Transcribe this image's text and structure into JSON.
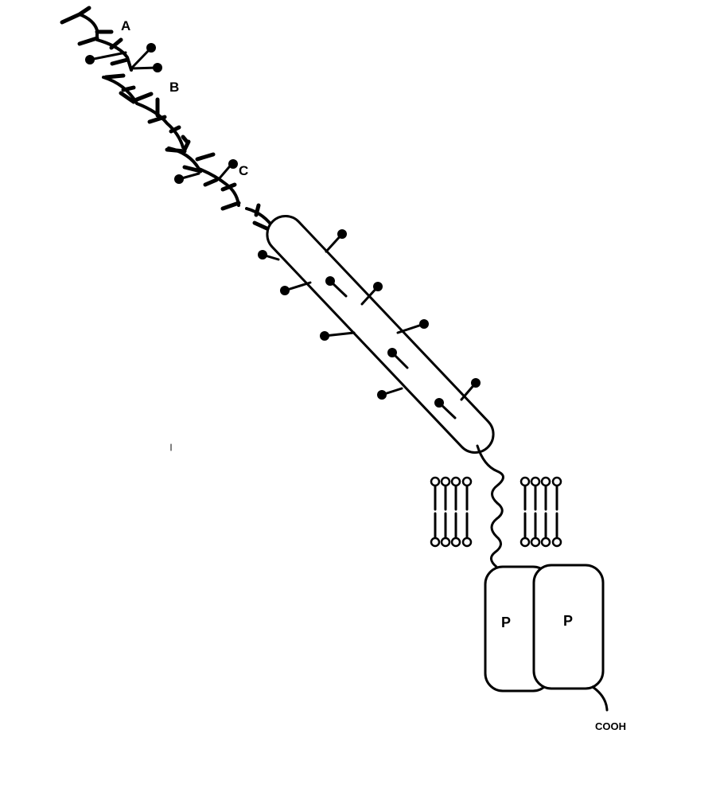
{
  "labels": {
    "region_a": "A",
    "region_b": "B",
    "region_c": "C",
    "domain_1": "P",
    "domain_2": "P",
    "c_terminus": "COOH"
  },
  "colors": {
    "ink": "#000000",
    "background": "#ffffff"
  }
}
